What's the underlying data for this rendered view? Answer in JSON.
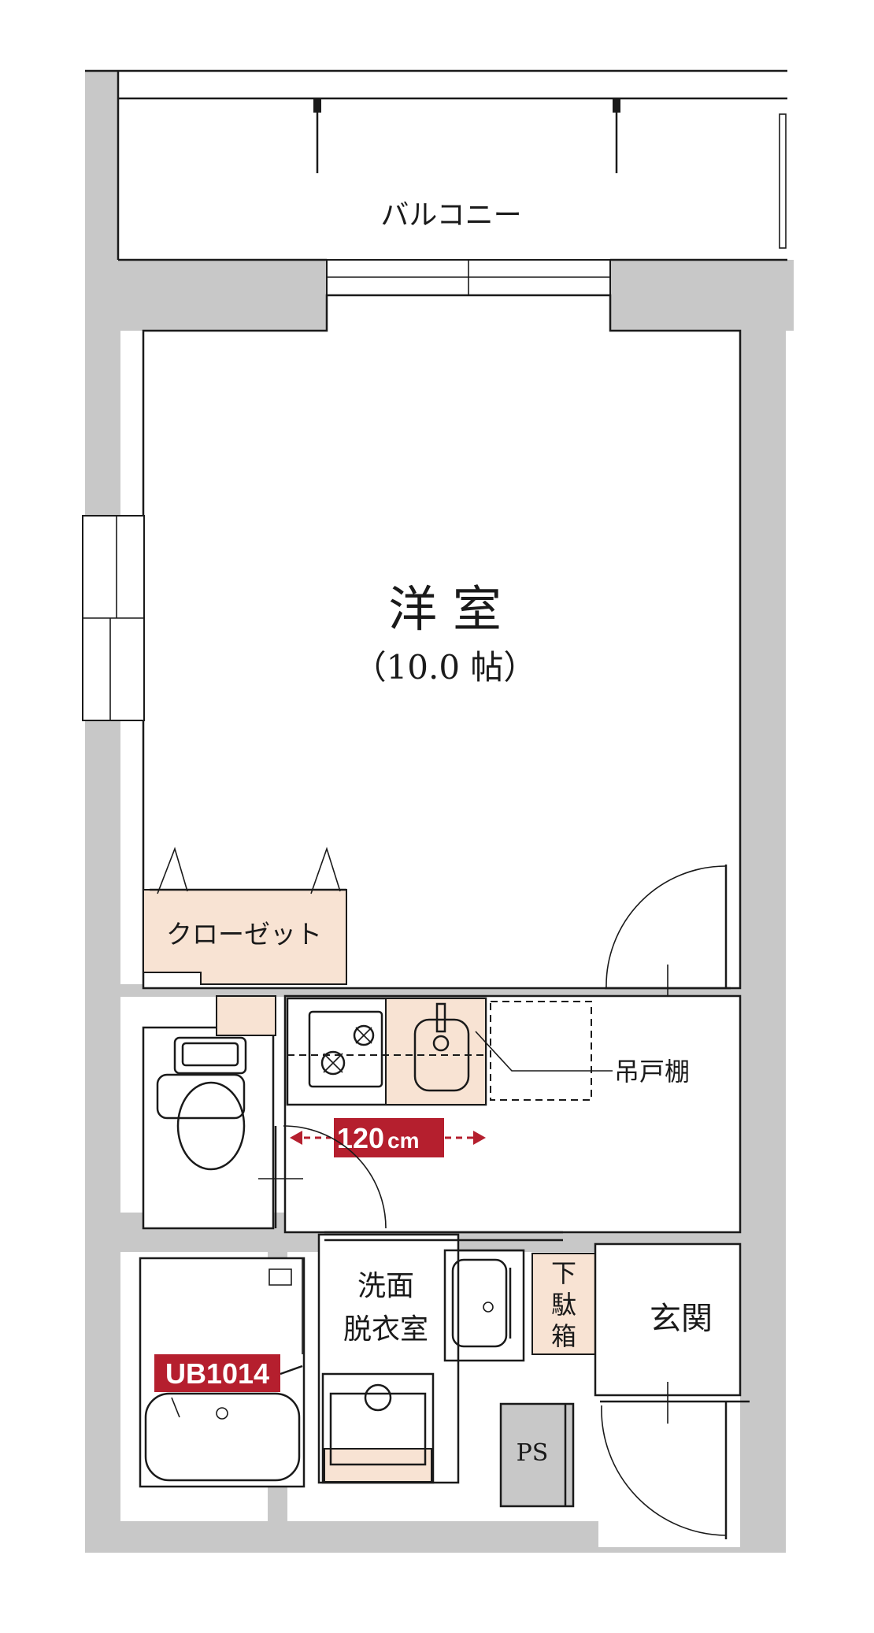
{
  "floor_plan": {
    "rooms": {
      "balcony": "バルコニー",
      "western_room": "洋 室",
      "western_room_size": "（10.0 帖）",
      "closet": "クローゼット",
      "hanging_cabinet": "吊戸棚",
      "washroom_line1": "洗面",
      "washroom_line2": "脱衣室",
      "entrance": "玄関",
      "shoe_box_1": "下",
      "shoe_box_2": "駄",
      "shoe_box_3": "箱",
      "pipe_space": "PS"
    },
    "badges": {
      "width_number": "120",
      "width_unit": "cm",
      "unit_bath": "UB1014"
    },
    "colors": {
      "wall": "#c8c8c8",
      "storage_fill": "#f8e3d3",
      "badge_red": "#b51f2e",
      "ink": "#1a1a1a"
    }
  }
}
